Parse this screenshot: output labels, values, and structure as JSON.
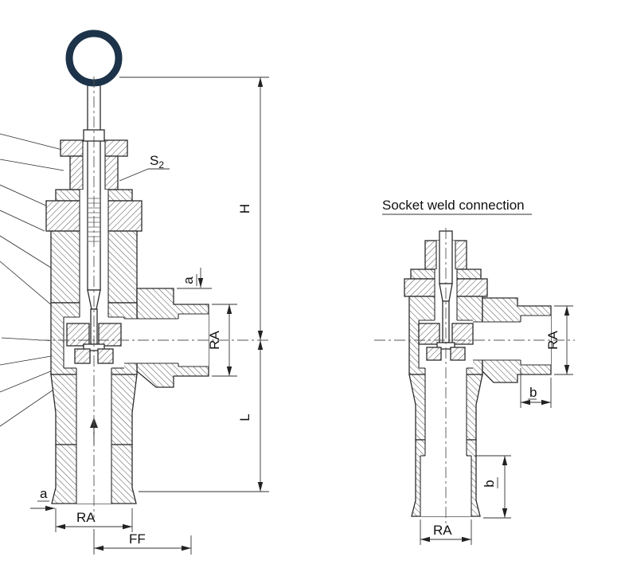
{
  "drawing": {
    "colors": {
      "line": "#2b2b2b",
      "handle": "#1d3349",
      "background": "#ffffff"
    },
    "left_view": {
      "labels": {
        "s2_main": "S",
        "s2_sub": "2",
        "h": "H",
        "l": "L",
        "a_outlet": "a",
        "ra_outlet": "RA",
        "a_inlet": "a",
        "ra_inlet": "RA",
        "ff": "FF"
      }
    },
    "right_view": {
      "title": "Socket weld connection",
      "labels": {
        "ra_outlet": "RA",
        "b_outlet": "b",
        "b_inlet": "b",
        "ra_inlet": "RA"
      }
    }
  }
}
